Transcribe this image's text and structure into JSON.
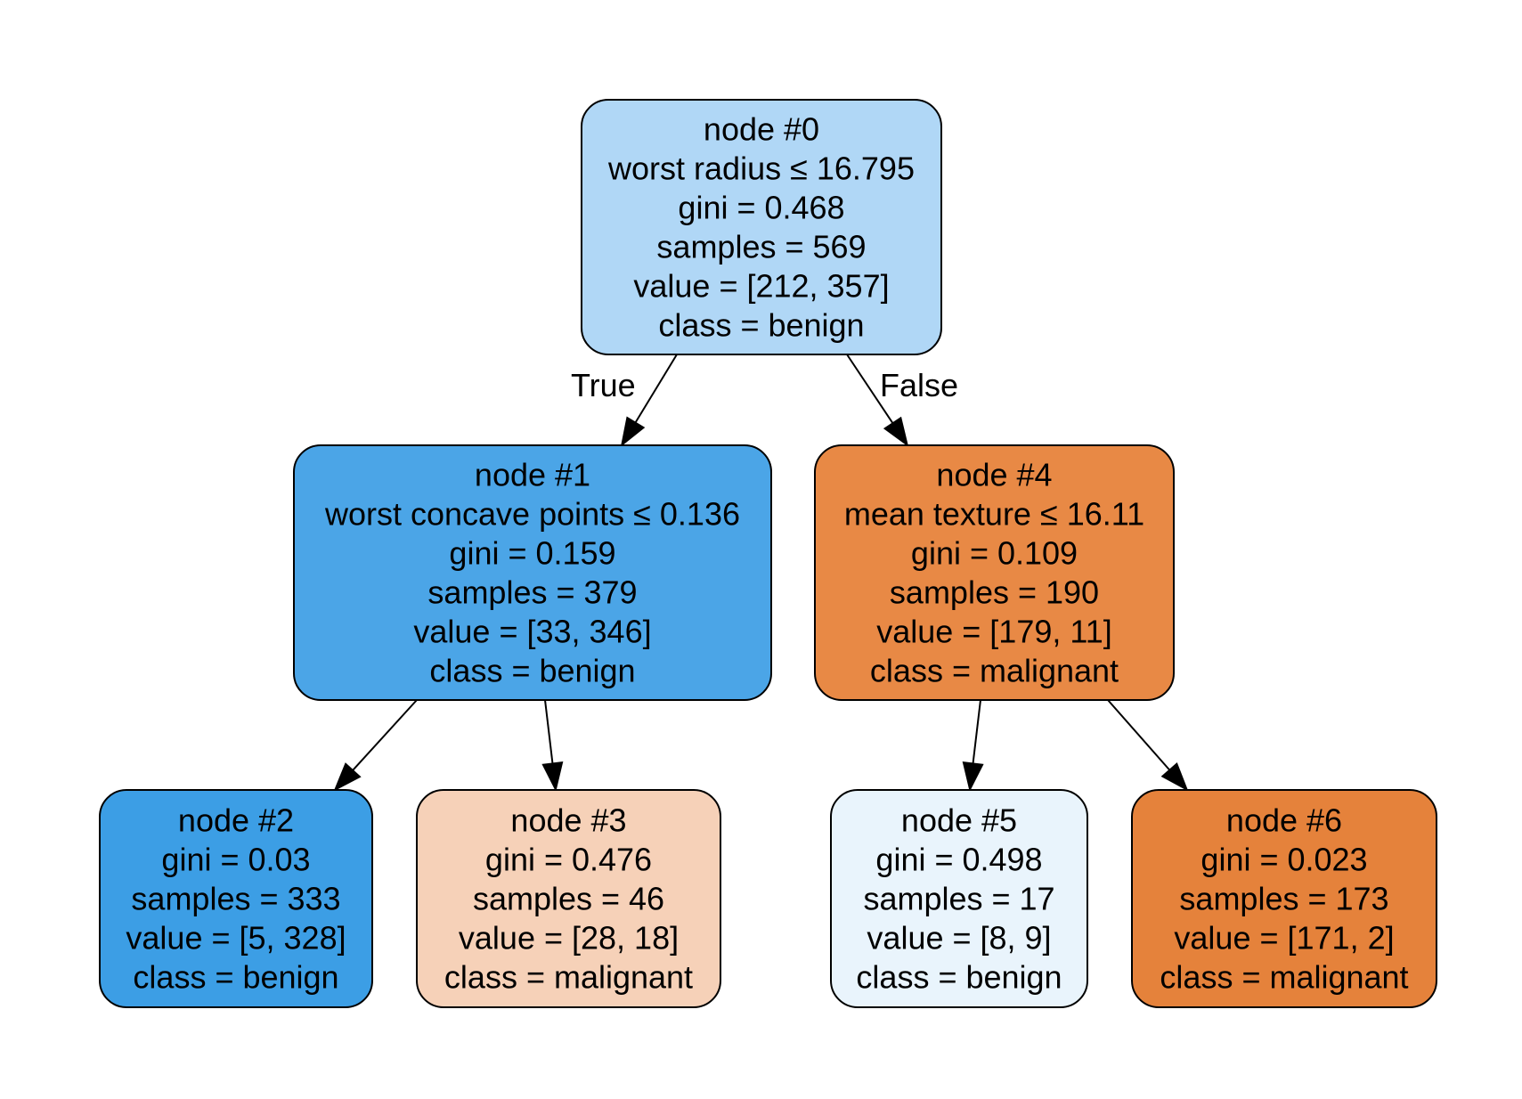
{
  "tree": {
    "nodes": [
      {
        "id": "0",
        "lines": [
          "node #0",
          "worst radius ≤ 16.795",
          "gini = 0.468",
          "samples = 569",
          "value = [212, 357]",
          "class = benign"
        ],
        "fill": "#b0d7f6"
      },
      {
        "id": "1",
        "lines": [
          "node #1",
          "worst concave points ≤ 0.136",
          "gini = 0.159",
          "samples = 379",
          "value = [33, 346]",
          "class = benign"
        ],
        "fill": "#4ba5e7"
      },
      {
        "id": "2",
        "lines": [
          "node #2",
          "gini = 0.03",
          "samples = 333",
          "value = [5, 328]",
          "class = benign"
        ],
        "fill": "#3c9ee5"
      },
      {
        "id": "3",
        "lines": [
          "node #3",
          "gini = 0.476",
          "samples = 46",
          "value = [28, 18]",
          "class = malignant"
        ],
        "fill": "#f6d1b8"
      },
      {
        "id": "4",
        "lines": [
          "node #4",
          "mean texture ≤ 16.11",
          "gini = 0.109",
          "samples = 190",
          "value = [179, 11]",
          "class = malignant"
        ],
        "fill": "#e88945"
      },
      {
        "id": "5",
        "lines": [
          "node #5",
          "gini = 0.498",
          "samples = 17",
          "value = [8, 9]",
          "class = benign"
        ],
        "fill": "#e9f4fc"
      },
      {
        "id": "6",
        "lines": [
          "node #6",
          "gini = 0.023",
          "samples = 173",
          "value = [171, 2]",
          "class = malignant"
        ],
        "fill": "#e5823b"
      }
    ],
    "edges": [
      {
        "from": "0",
        "to": "1",
        "label": "True"
      },
      {
        "from": "0",
        "to": "4",
        "label": "False"
      },
      {
        "from": "1",
        "to": "2",
        "label": ""
      },
      {
        "from": "1",
        "to": "3",
        "label": ""
      },
      {
        "from": "4",
        "to": "5",
        "label": ""
      },
      {
        "from": "4",
        "to": "6",
        "label": ""
      }
    ]
  }
}
